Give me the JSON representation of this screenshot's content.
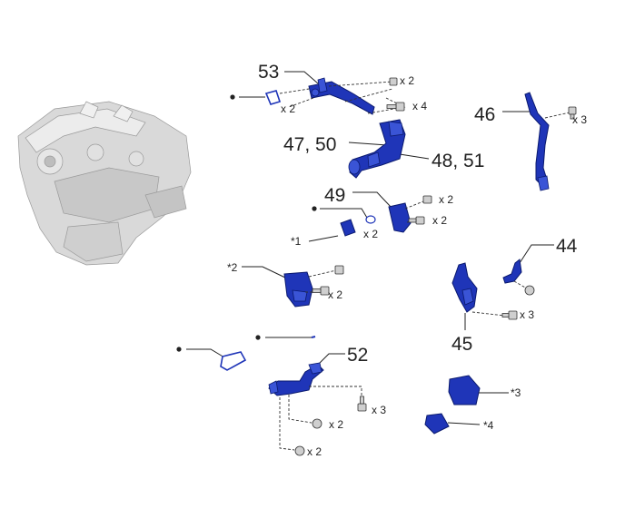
{
  "labels": {
    "p53": "53",
    "p47_50": "47, 50",
    "p48_51": "48, 51",
    "p46": "46",
    "p49": "49",
    "p44": "44",
    "p45": "45",
    "p52": "52",
    "n1": "*1",
    "n2": "*2",
    "n3": "*3",
    "n4": "*4"
  },
  "quantities": {
    "q_53_gasket": "x 2",
    "q_53_bolt_top": "x 2",
    "q_53_bolt_right": "x 4",
    "q_46": "x 3",
    "q_49_a": "x 2",
    "q_49_b": "x 2",
    "q_1": "x 2",
    "q_2": "x 2",
    "q_45": "x 3",
    "q_52_a": "x 3",
    "q_52_b": "x 2",
    "q_52_c": "x 2"
  },
  "colors": {
    "part_blue": "#1f35b8",
    "engine_gray": "#d9d9d9",
    "line": "#222222"
  }
}
